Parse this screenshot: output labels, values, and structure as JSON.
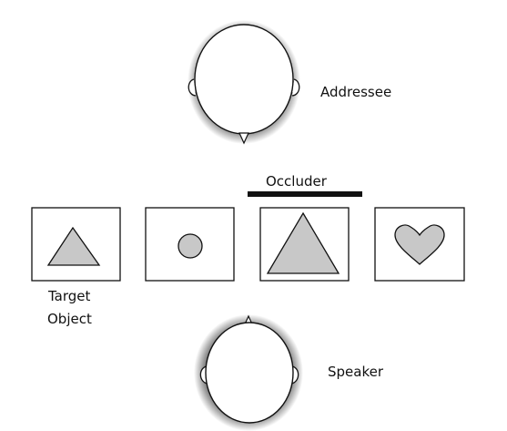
{
  "labels": {
    "addressee": "Addressee",
    "occluder": "Occluder",
    "target_line1": "Target",
    "target_line2": "Object",
    "speaker": "Speaker"
  },
  "icons": {
    "addressee": "head-icon",
    "speaker": "head-icon",
    "panel1": "triangle-small-icon",
    "panel2": "circle-icon",
    "panel3": "triangle-large-icon",
    "panel4": "heart-icon"
  },
  "colors": {
    "shape_fill": "#c8c8c8",
    "stroke": "#111111",
    "occluder_bar": "#111111"
  }
}
